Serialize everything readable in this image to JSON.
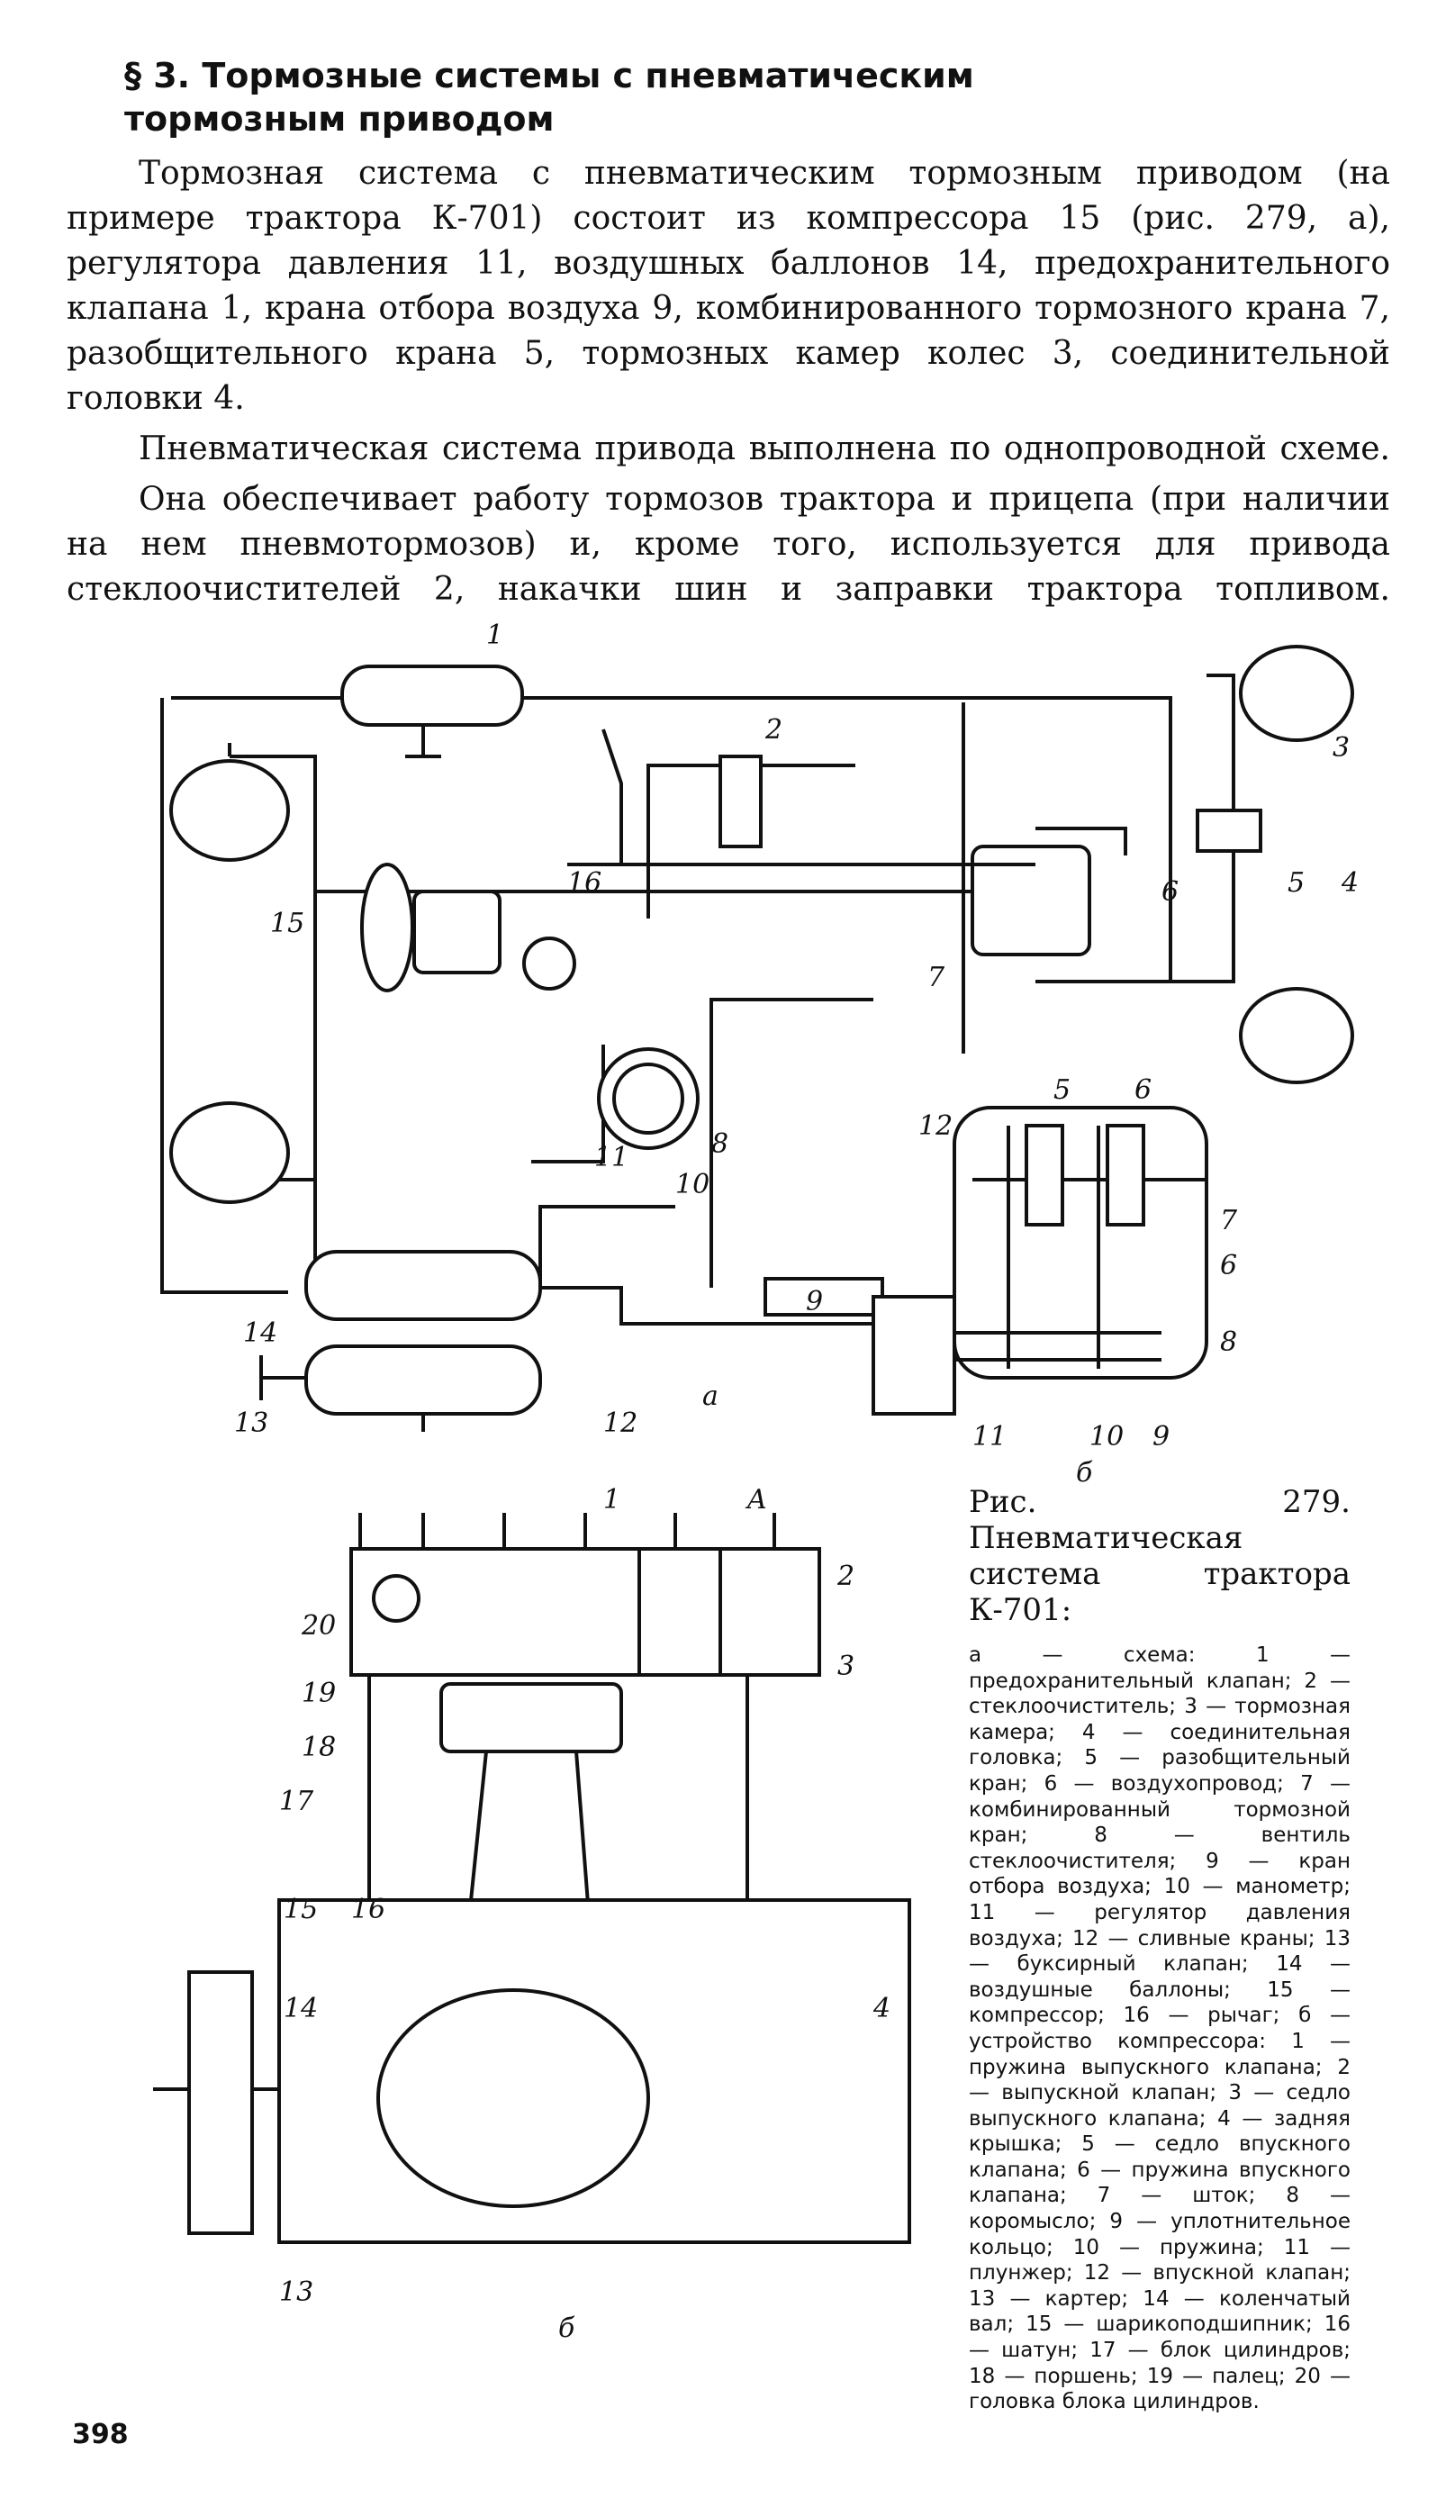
{
  "heading": {
    "line1": "§ 3. Тормозные системы с пневматическим",
    "line2": "тормозным приводом"
  },
  "paragraphs": [
    "Тормозная система с пневматическим тормозным приводом (на примере трактора К-701) состоит из компрессора 15 (рис. 279, а), регулятора давления 11, воздушных баллонов 14, предохранительного клапана 1, крана отбора воздуха 9, комбинированного тормозного крана 7, разобщительного крана 5, тормозных камер колес 3, соединительной головки 4.",
    "Пневматическая система привода выполнена по однопроводной схеме.",
    "Она обеспечивает работу тормозов трактора и прицепа (при наличии на нем пневмотормозов) и, кроме того, используется для привода стеклоочистителей 2, накачки шин и заправки трактора топливом."
  ],
  "figure_a": {
    "part_label": "а",
    "labels": [
      "1",
      "2",
      "3",
      "4",
      "5",
      "6",
      "7",
      "8",
      "9",
      "10",
      "11",
      "12",
      "13",
      "14",
      "15",
      "16"
    ]
  },
  "figure_b_small": {
    "part_label": "б",
    "labels": [
      "5",
      "6",
      "12",
      "7",
      "6",
      "8",
      "11",
      "10",
      "9"
    ]
  },
  "figure_b_large": {
    "part_label": "б",
    "labels": [
      "1",
      "A",
      "2",
      "3",
      "20",
      "19",
      "18",
      "17",
      "16",
      "15",
      "14",
      "13",
      "4"
    ]
  },
  "caption": {
    "title": "Рис. 279. Пневматическая система трактора К-701:",
    "legend": "а — схема: 1 — предохранительный клапан; 2 — стеклоочиститель; 3 — тормозная камера; 4 — соединительная головка; 5 — разобщительный кран; 6 — воздухопровод; 7 — комбинированный тормозной кран; 8 — вентиль стеклоочистителя; 9 — кран отбора воздуха; 10 — манометр; 11 — регулятор давления воздуха; 12 — сливные краны; 13 — буксирный клапан; 14 — воздушные баллоны; 15 — компрессор; 16 — рычаг; б — устройство компрессора: 1 — пружина выпускного клапана; 2 — выпускной клапан; 3 — седло выпускного клапана; 4 — задняя крышка; 5 — седло впускного клапана; 6 — пружина впускного клапана; 7 — шток; 8 — коромысло; 9 — уплотнительное кольцо; 10 — пружина; 11 — плунжер; 12 — впускной клапан; 13 — картер; 14 — коленчатый вал; 15 — шарикоподшипник; 16 — шатун; 17 — блок цилиндров; 18 — поршень; 19 — палец; 20 — головка блока цилиндров."
  },
  "page_number": "398"
}
